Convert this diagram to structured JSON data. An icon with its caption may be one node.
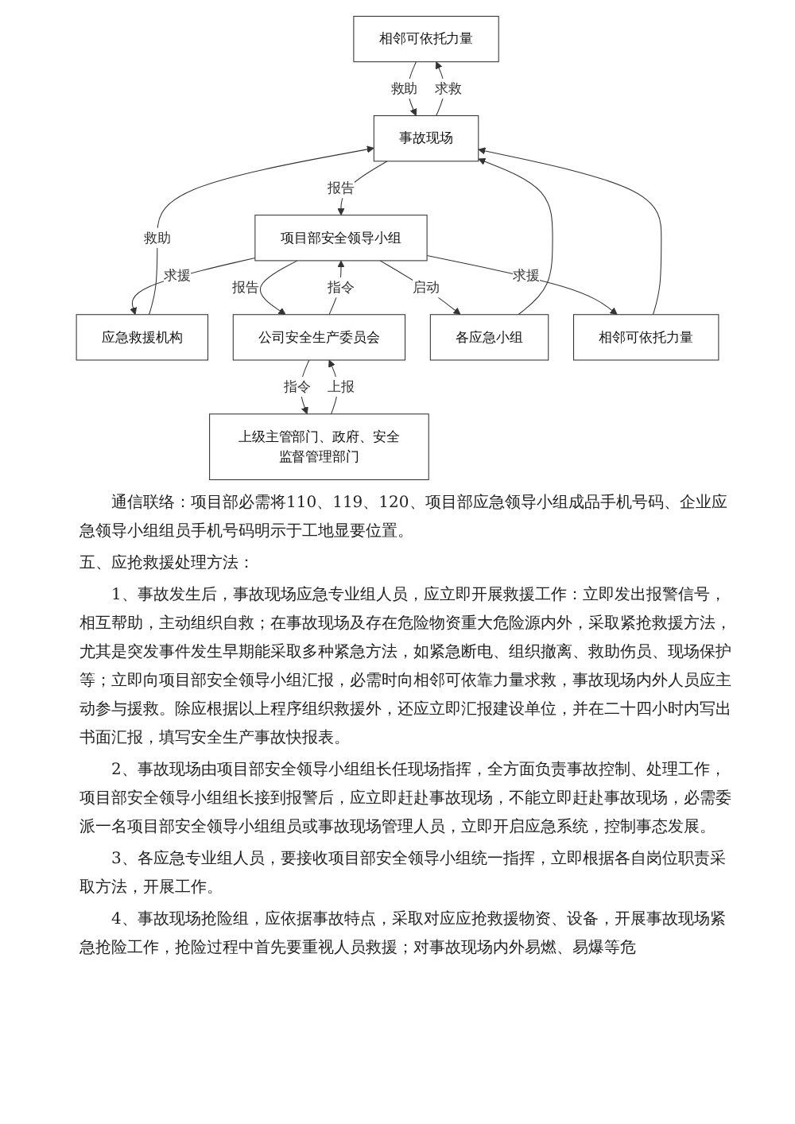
{
  "diagram": {
    "nodes": [
      {
        "text": [
          "相邻可依托力量"
        ]
      },
      {
        "text": [
          "应急救援机构"
        ]
      },
      {
        "text": [
          "上级主管部门、政府、安全监督管理部门"
        ]
      },
      {
        "text": [
          "事故现场"
        ]
      },
      {
        "text": [
          "项目部安全领导小组"
        ]
      },
      {
        "text": [
          "公司安全生产委员会"
        ]
      },
      {
        "text": [
          "各应急小组"
        ]
      },
      {
        "text": [
          "相邻可依托力量"
        ]
      }
    ],
    "edges": [
      {
        "from": 3,
        "to": 0,
        "arrow": "to",
        "label": "求救"
      },
      {
        "from": 0,
        "to": 3,
        "arrow": "to",
        "label": "救助"
      },
      {
        "from": 1,
        "to": 3,
        "arrow": "to",
        "label": "救助"
      },
      {
        "from": 4,
        "to": 1,
        "arrow": "to",
        "label": "求援"
      },
      {
        "from": 3,
        "to": 4,
        "arrow": "to",
        "label": "报告"
      },
      {
        "from": 4,
        "to": 5,
        "arrow": "to",
        "label": "报告"
      },
      {
        "from": 5,
        "to": 4,
        "arrow": "to",
        "label": "指令"
      },
      {
        "from": 5,
        "to": 2,
        "arrow": "to",
        "label": "指令"
      },
      {
        "from": 2,
        "to": 5,
        "arrow": "to",
        "label": "上报"
      },
      {
        "from": 4,
        "to": 6,
        "arrow": "to",
        "label": "启动"
      },
      {
        "from": 4,
        "to": 7,
        "arrow": "to",
        "label": "求援"
      },
      {
        "from": 6,
        "to": 3,
        "arrow": "to"
      },
      {
        "from": 7,
        "to": 3,
        "arrow": "to"
      }
    ],
    "labels": [
      "通信联络：项目部必需将110、119、120、项目部应急领导小组成品手机号码、企业应急领导小组组员手机号码明示于工地显要位置。",
      "五、应抢救援处理方法：",
      "1、事故发生后，事故现场应急专业组人员，应立即开展救援工作：立即发出报警信号，相互帮助，主动组织自救；在事故现场及存在危险物资重大危险源内外，采取紧抢救援方法，尤其是突发事件发生早期能采取多种紧急方法，如紧急断电、组织撤离、救助伤员、现场保护等；立即向项目部安全领导小组汇报，必需时向相邻可依靠力量求救，事故现场内外人员应主动参与援救。除应根据以上程序组织救援外，还应立即汇报建设单位，并在二十四小时内写出书面汇报，填写安全生产事故快报表。",
      "2、事故现场由项目部安全领导小组组长任现场指挥，全方面负责事故控制、处理工作，项目部安全领导小组组长接到报警后，应立即赶赴事故现场，不能立即赶赴事故现场，必需委派一名项目部安全领导小组组员或事故现场管理人员，立即开启应急系统，控制事态发展。",
      "3、各应急专业组人员，要接收项目部安全领导小组统一指挥，立即根据各自岗位职责采取方法，开展工作。",
      "4、事故现场抢险组，应依据事故特点，采取对应应抢救援物资、设备，开展事故现场紧急抢险工作，抢险过程中首先要重视人员救援；对事故现场内外易燃、易爆等危"
    ]
  }
}
